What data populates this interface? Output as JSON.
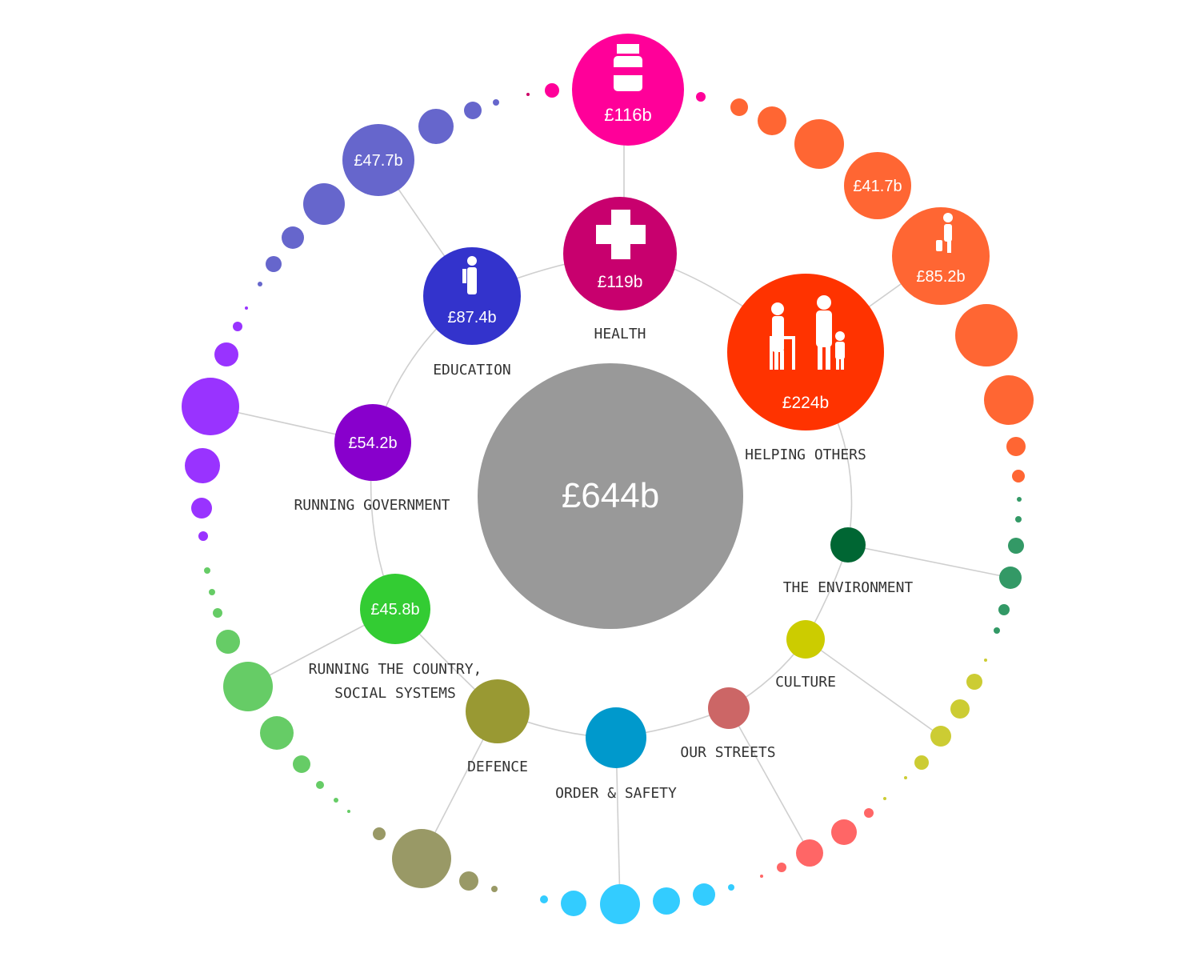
{
  "total": {
    "value": "£644b",
    "color": "#999999"
  },
  "categories": [
    {
      "id": "health",
      "label": "HEALTH",
      "value": "£119b",
      "color": "#c8006e",
      "icon": "medical-cross-icon"
    },
    {
      "id": "education",
      "label": "EDUCATION",
      "value": "£87.4b",
      "color": "#3333cc",
      "icon": "teacher-icon"
    },
    {
      "id": "helping-others",
      "label": "HELPING OTHERS",
      "value": "£224b",
      "color": "#ff3300",
      "icon": "family-icon"
    },
    {
      "id": "running-government",
      "label": "RUNNING GOVERNMENT",
      "value": "£54.2b",
      "color": "#8800cc"
    },
    {
      "id": "running-the-country",
      "label_lines": [
        "RUNNING THE COUNTRY,",
        "SOCIAL SYSTEMS"
      ],
      "value": "£45.8b",
      "color": "#33cc33"
    },
    {
      "id": "the-environment",
      "label": "THE ENVIRONMENT",
      "color": "#006633"
    },
    {
      "id": "culture",
      "label": "CULTURE",
      "color": "#cccc00"
    },
    {
      "id": "our-streets",
      "label": "OUR STREETS",
      "color": "#cc6666"
    },
    {
      "id": "order-safety",
      "label": "ORDER & SAFETY",
      "color": "#0099cc"
    },
    {
      "id": "defence",
      "label": "DEFENCE",
      "color": "#999933"
    }
  ],
  "subcategories": [
    {
      "id": "health-sub",
      "value": "£116b",
      "color": "#ff0099",
      "icon": "medicine-bottle-icon"
    },
    {
      "id": "education-sub",
      "value": "£47.7b",
      "color": "#6666cc"
    },
    {
      "id": "helping-sub-1",
      "value": "£41.7b",
      "color": "#ff6633"
    },
    {
      "id": "helping-sub-2",
      "value": "£85.2b",
      "color": "#ff6633",
      "icon": "elderly-person-icon"
    }
  ]
}
